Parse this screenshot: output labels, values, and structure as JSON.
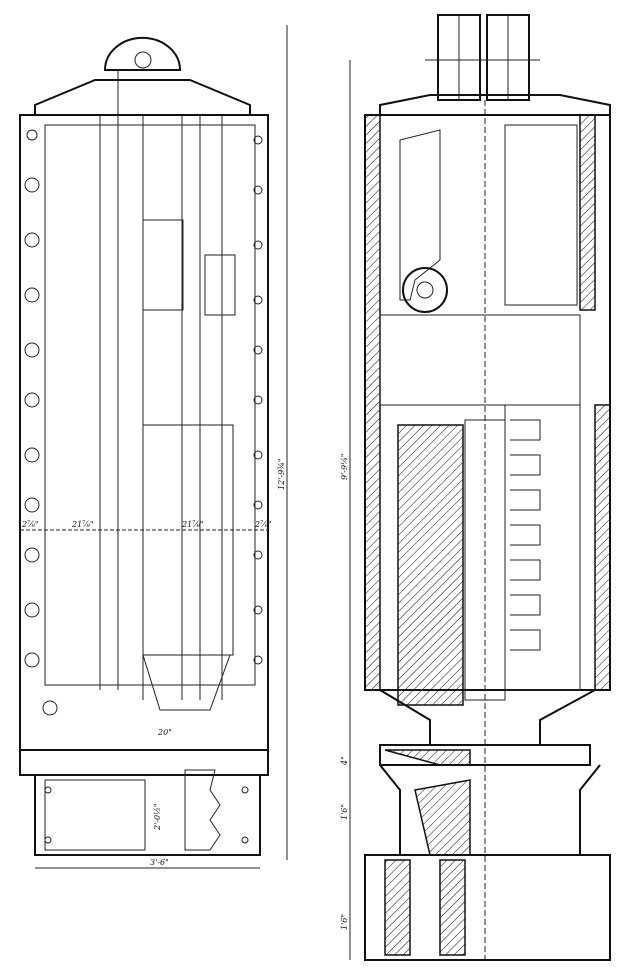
{
  "drawing": {
    "title": "Elevation and section drawing",
    "dimensions": {
      "overall_height_left": "12'-9¾\"",
      "overall_height_right": "9'-9¼\"",
      "base_width": "3'-6\"",
      "bay_left": "2⅞\"",
      "bay_center_left": "21⅞\"",
      "bay_center_right": "21⅞\"",
      "bay_right": "2⅞\"",
      "base_dim_a": "20\"",
      "base_dim_b": "2'-0½\"",
      "right_dim_a": "1'6\"",
      "right_dim_b": "4\"",
      "right_dim_c": "1'6\""
    }
  }
}
